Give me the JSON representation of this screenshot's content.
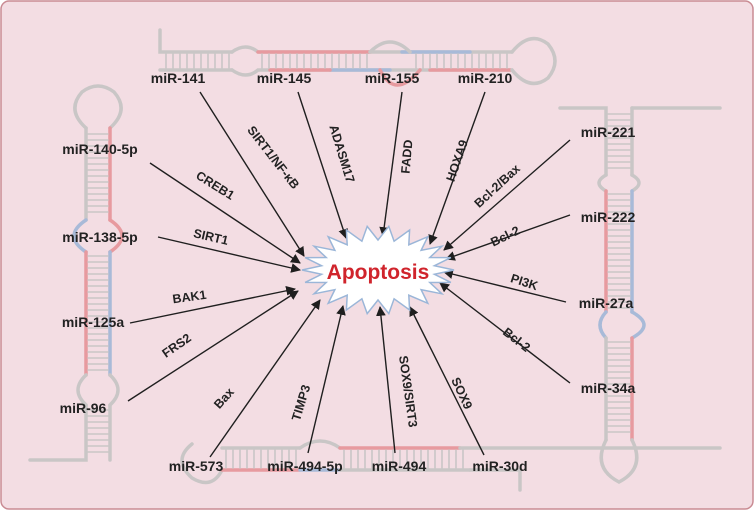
{
  "center_label": "Apoptosis",
  "colors": {
    "background": "#f3dde3",
    "border": "#c98b93",
    "center_text": "#d0242c",
    "burst_fill": "#ffffff",
    "burst_stroke": "#9bb6d8",
    "arrow": "#1f1f1f",
    "hairpin_gray": "#c9c6c6",
    "hairpin_red": "#e79a9f",
    "hairpin_blue": "#a8bad8"
  },
  "interactions": [
    {
      "mirna": "miR-141",
      "target": "SIRT1/NF-κB"
    },
    {
      "mirna": "miR-145",
      "target": "ADASM17"
    },
    {
      "mirna": "miR-155",
      "target": "FADD"
    },
    {
      "mirna": "miR-210",
      "target": "HOXA9"
    },
    {
      "mirna": "miR-140-5p",
      "target": "CREB1"
    },
    {
      "mirna": "miR-138-5p",
      "target": "SIRT1"
    },
    {
      "mirna": "miR-125a",
      "target": "BAK1"
    },
    {
      "mirna": "miR-96",
      "target": "FRS2"
    },
    {
      "mirna": "miR-221",
      "target": "Bcl-2/Bax"
    },
    {
      "mirna": "miR-222",
      "target": "Bcl-2"
    },
    {
      "mirna": "miR-27a",
      "target": "PI3K"
    },
    {
      "mirna": "miR-34a",
      "target": "Bcl-2"
    },
    {
      "mirna": "miR-573",
      "target": "Bax"
    },
    {
      "mirna": "miR-494-5p",
      "target": "TIMP3"
    },
    {
      "mirna": "miR-494",
      "target": "SOX9/SIRT3"
    },
    {
      "mirna": "miR-30d",
      "target": "SOX9"
    }
  ]
}
